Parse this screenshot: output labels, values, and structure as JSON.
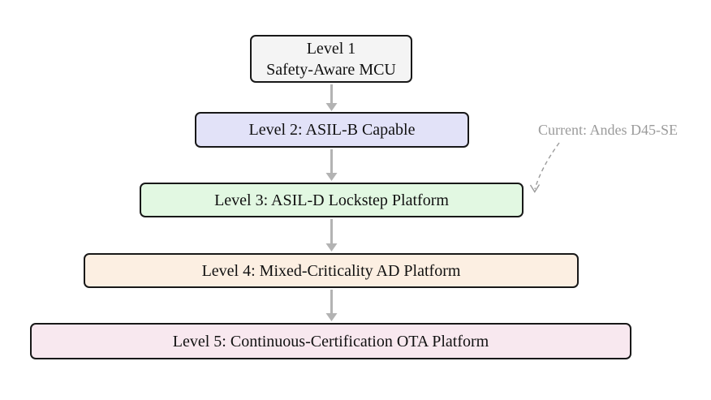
{
  "diagram": {
    "type": "vertical-flowchart",
    "levels": [
      {
        "label": "Level 1\nSafety-Aware MCU",
        "fill": "#f4f4f4"
      },
      {
        "label": "Level 2: ASIL-B Capable",
        "fill": "#e2e2f8"
      },
      {
        "label": "Level 3: ASIL-D Lockstep Platform",
        "fill": "#e2f8e2"
      },
      {
        "label": "Level 4: Mixed-Criticality AD Platform",
        "fill": "#fcefe2"
      },
      {
        "label": "Level 5: Continuous-Certification OTA Platform",
        "fill": "#f8e8ef"
      }
    ],
    "connectors": [
      {
        "from": "Level 1",
        "to": "Level 2"
      },
      {
        "from": "Level 2",
        "to": "Level 3"
      },
      {
        "from": "Level 3",
        "to": "Level 4"
      },
      {
        "from": "Level 4",
        "to": "Level 5"
      }
    ],
    "annotation": {
      "text": "Current: Andes D45-SE",
      "target": "Level 3: ASIL-D Lockstep Platform",
      "style": "dashed-arrow",
      "color": "#9b9b9b"
    },
    "colors": {
      "box_border": "#181818",
      "box_text": "#111111",
      "flow_arrow": "#b3b3b3",
      "background": "#ffffff"
    }
  }
}
